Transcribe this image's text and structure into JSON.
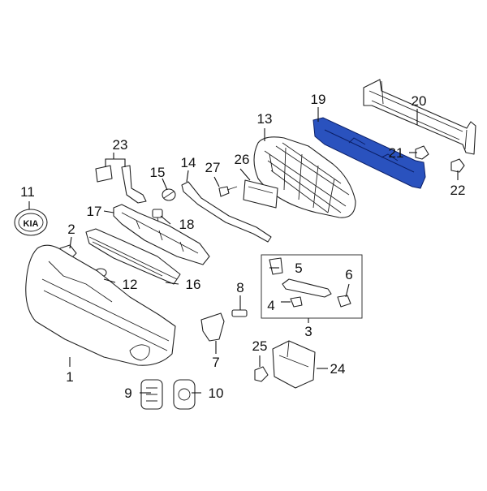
{
  "callouts": {
    "c1": "1",
    "c2": "2",
    "c3": "3",
    "c4": "4",
    "c5": "5",
    "c6": "6",
    "c7": "7",
    "c8": "8",
    "c9": "9",
    "c10": "10",
    "c11": "11",
    "c12": "12",
    "c13": "13",
    "c14": "14",
    "c15": "15",
    "c16": "16",
    "c17": "17",
    "c18": "18",
    "c19": "19",
    "c20": "20",
    "c21": "21",
    "c22": "22",
    "c23": "23",
    "c24": "24",
    "c25": "25",
    "c26": "26",
    "c27": "27"
  },
  "logo": {
    "text": "KIA"
  },
  "colors": {
    "highlight": "#2a52be",
    "line": "#222222",
    "background": "#ffffff"
  }
}
